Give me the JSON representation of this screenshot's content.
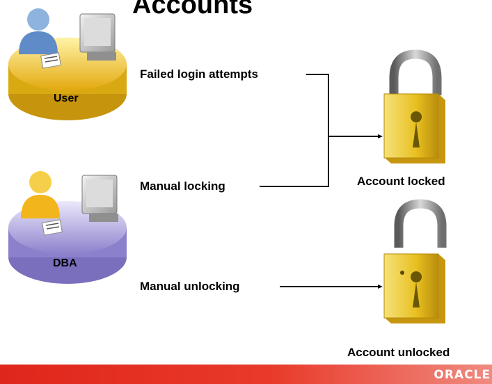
{
  "title": "Accounts",
  "user_label": "User",
  "dba_label": "DBA",
  "events": {
    "failed_login": "Failed login attempts",
    "manual_locking": "Manual locking",
    "manual_unlocking": "Manual unlocking"
  },
  "states": {
    "locked": "Account locked",
    "unlocked": "Account unlocked"
  },
  "footer_logo": "ORACLE",
  "colors": {
    "user_disc": "#f2c21a",
    "dba_disc": "#9b8fd6",
    "padlock_body": "#e9c321",
    "footer": "#e0261c"
  }
}
